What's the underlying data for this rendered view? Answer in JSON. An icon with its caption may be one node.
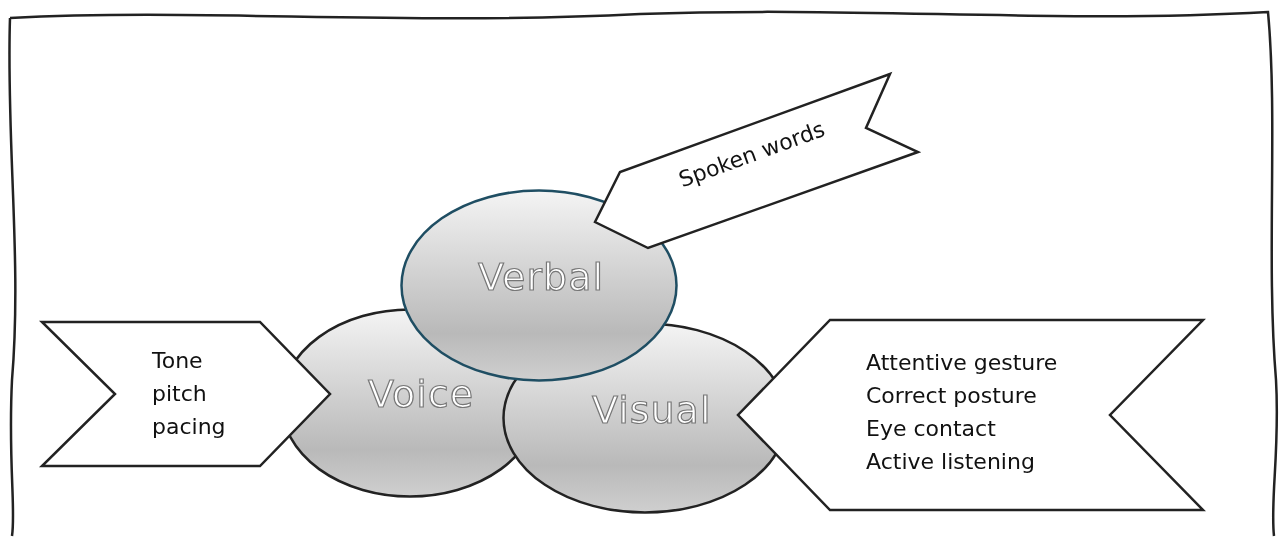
{
  "diagram": {
    "nodes": [
      {
        "text": [
          "Spoken words"
        ]
      },
      {
        "text": [
          "Verbal"
        ]
      },
      {
        "text": [
          "Tone",
          "pitch",
          "pacing"
        ]
      },
      {
        "text": [
          "Voice"
        ]
      },
      {
        "text": [
          "Visual"
        ]
      },
      {
        "text": [
          "Attentive gesture",
          "Correct posture",
          "Eye contact",
          "Active listening"
        ]
      }
    ]
  }
}
